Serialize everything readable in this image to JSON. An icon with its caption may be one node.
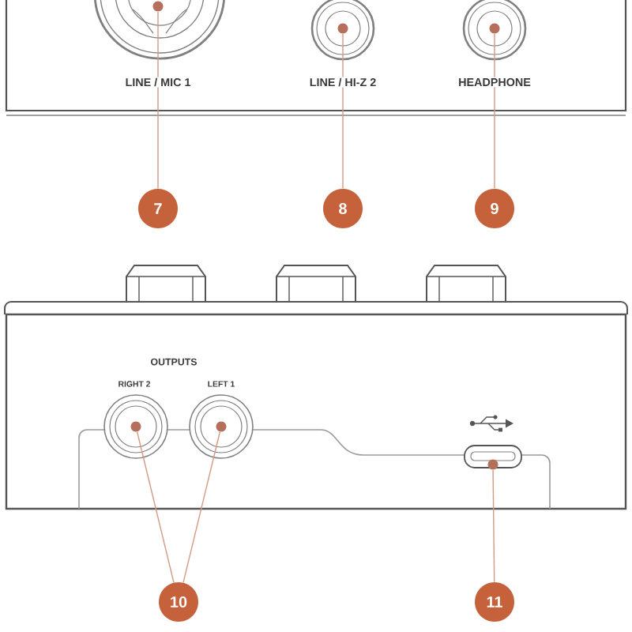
{
  "diagram": {
    "nodes": [
      {
        "text": [],
        "shape": "circle"
      },
      {
        "text": [],
        "shape": "circle"
      },
      {
        "text": [],
        "shape": "circle"
      },
      {
        "text": [
          "7"
        ]
      },
      {
        "text": [
          "8"
        ]
      },
      {
        "text": [
          "9"
        ]
      },
      {
        "text": [],
        "shape": "circle"
      },
      {
        "text": [],
        "shape": "circle"
      },
      {
        "text": [],
        "shape": "circle"
      },
      {
        "text": [
          "10"
        ]
      },
      {
        "text": [
          "11"
        ]
      }
    ],
    "edges": [
      {
        "from": 3,
        "to": 0,
        "arrow": "none"
      },
      {
        "from": 4,
        "to": 1,
        "arrow": "none"
      },
      {
        "from": 5,
        "to": 2,
        "arrow": "none"
      },
      {
        "from": 9,
        "to": 6,
        "arrow": "none"
      },
      {
        "from": 9,
        "to": 7,
        "arrow": "none"
      },
      {
        "from": 10,
        "to": 8,
        "arrow": "none"
      }
    ],
    "labels": [
      "LINE / MIC 1",
      "LINE / HI-Z 2",
      "HEADPHONE",
      "OUTPUTS",
      "RIGHT 2",
      "LEFT 1"
    ]
  }
}
